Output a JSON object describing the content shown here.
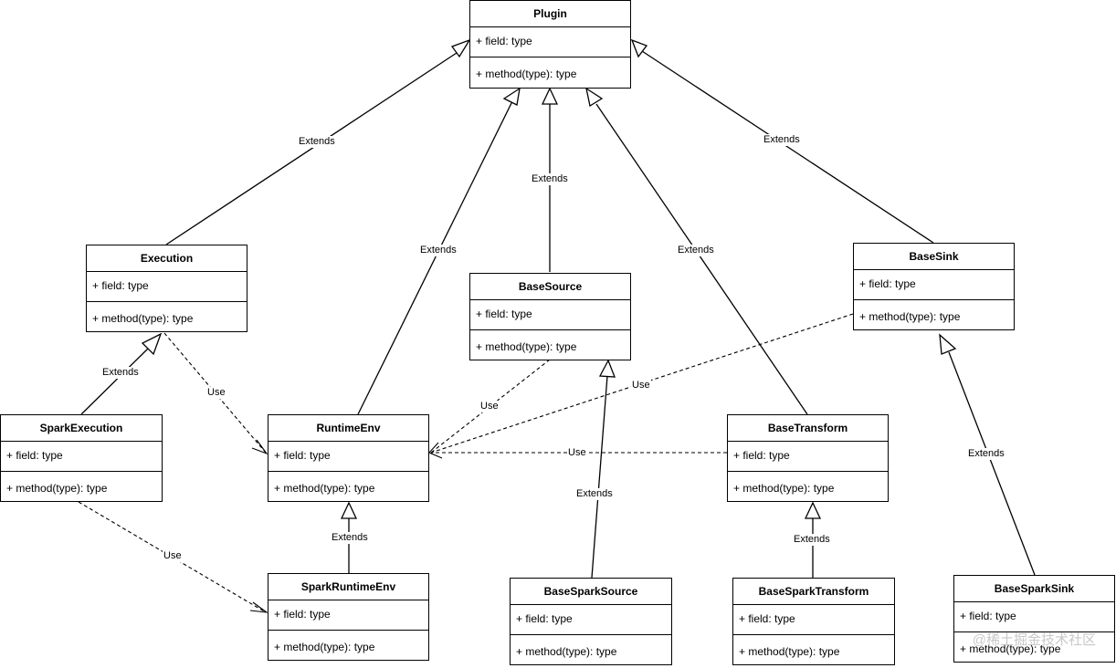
{
  "classes": {
    "plugin": {
      "name": "Plugin",
      "field": "+ field: type",
      "method": "+ method(type): type"
    },
    "execution": {
      "name": "Execution",
      "field": "+ field: type",
      "method": "+ method(type): type"
    },
    "base_source": {
      "name": "BaseSource",
      "field": "+ field: type",
      "method": "+ method(type): type"
    },
    "base_sink": {
      "name": "BaseSink",
      "field": "+ field: type",
      "method": "+ method(type): type"
    },
    "spark_execution": {
      "name": "SparkExecution",
      "field": "+ field: type",
      "method": "+ method(type): type"
    },
    "runtime_env": {
      "name": "RuntimeEnv",
      "field": "+ field: type",
      "method": "+ method(type): type"
    },
    "base_transform": {
      "name": "BaseTransform",
      "field": "+ field: type",
      "method": "+ method(type): type"
    },
    "spark_runtime_env": {
      "name": "SparkRuntimeEnv",
      "field": "+ field: type",
      "method": "+ method(type): type"
    },
    "base_spark_source": {
      "name": "BaseSparkSource",
      "field": "+ field: type",
      "method": "+ method(type): type"
    },
    "base_spark_transform": {
      "name": "BaseSparkTransform",
      "field": "+ field: type",
      "method": "+ method(type): type"
    },
    "base_spark_sink": {
      "name": "BaseSparkSink",
      "field": "+ field: type",
      "method": "+ method(type): type"
    }
  },
  "relations": {
    "extends": "Extends",
    "use": "Use"
  },
  "watermark": "@稀土掘金技术社区"
}
